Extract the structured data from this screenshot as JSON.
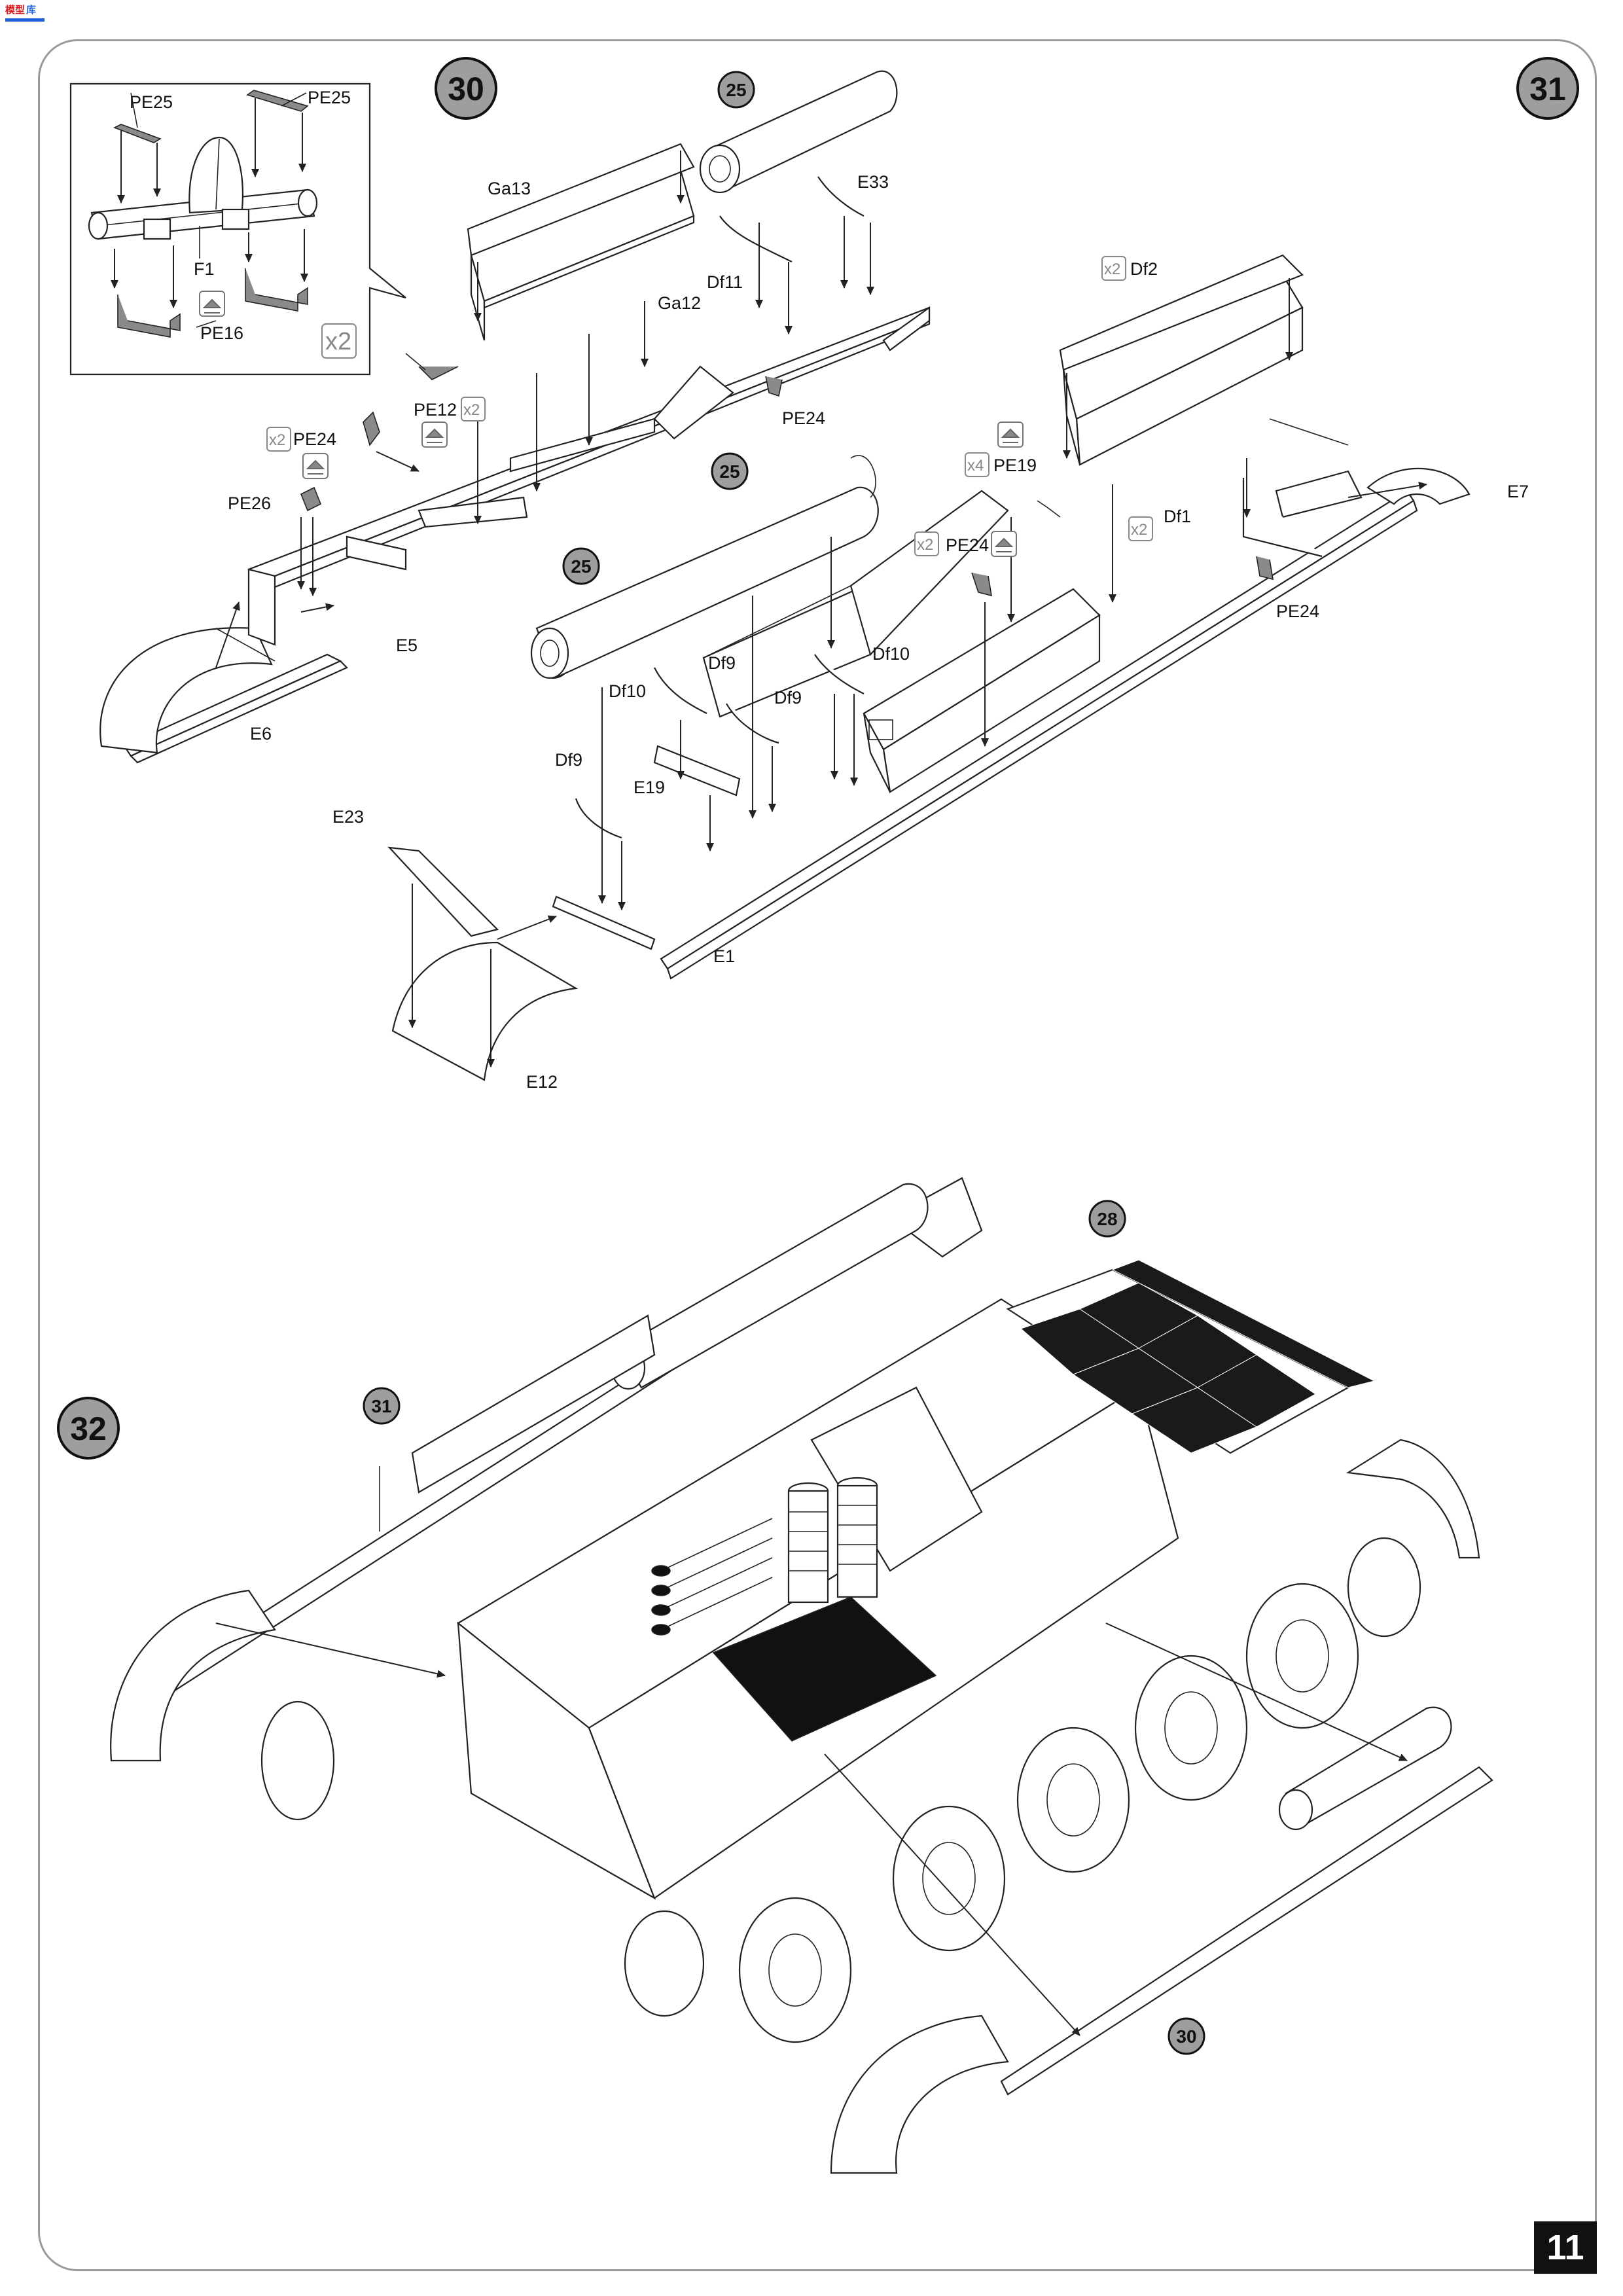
{
  "page": {
    "number": "11"
  },
  "steps": [
    {
      "id": "s30",
      "number": "30"
    },
    {
      "id": "s31",
      "number": "31"
    },
    {
      "id": "s32",
      "number": "32"
    }
  ],
  "sub_assembly_refs": {
    "r25a": "25",
    "r25b": "25",
    "r25c": "25",
    "r28": "28",
    "r31": "31",
    "r30": "30"
  },
  "multipliers": {
    "x2": "x2",
    "x4": "x4"
  },
  "inset_labels": {
    "pe25_left": "PE25",
    "pe25_right": "PE25",
    "f1": "F1",
    "pe16": "PE16"
  },
  "part_labels": {
    "ga13": "Ga13",
    "ga12": "Ga12",
    "df11": "Df11",
    "e33": "E33",
    "pe12": "PE12",
    "pe24_a": "PE24",
    "pe24_b": "PE24",
    "pe24_c": "PE24",
    "pe24_d": "PE24",
    "pe26": "PE26",
    "e5": "E5",
    "e6": "E6",
    "df2": "Df2",
    "df1": "Df1",
    "pe19": "PE19",
    "e7": "E7",
    "df10_a": "Df10",
    "df10_b": "Df10",
    "df9_a": "Df9",
    "df9_b": "Df9",
    "df9_c": "Df9",
    "e19": "E19",
    "e23": "E23",
    "e1": "E1",
    "e12": "E12"
  },
  "colors": {
    "frame": "#9a9a9a",
    "badge_fill": "#9e9e9e",
    "pe_part": "#8a8a8a",
    "ink": "#111111"
  }
}
